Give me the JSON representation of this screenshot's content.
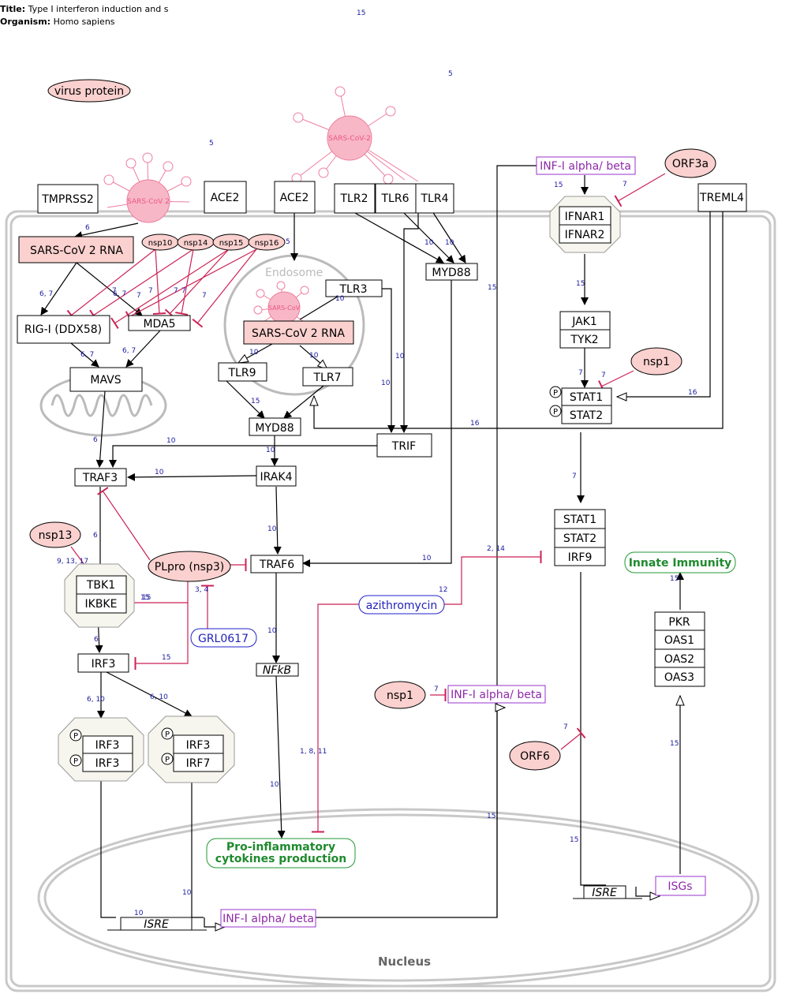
{
  "header": {
    "title_label": "Title:",
    "title_value": "Type I interferon induction and s",
    "organism_label": "Organism:",
    "organism_value": "Homo sapiens",
    "top_number": "15"
  },
  "legend": {
    "virus_protein": "virus protein"
  },
  "compartments": {
    "endosome": "Endosome",
    "nucleus": "Nucleus"
  },
  "virus_labels": {
    "main": "SARS-CoV-2",
    "left": "SARS-CoV 2",
    "endosome": "SARS-CoV"
  },
  "nodes": {
    "tmprss2": "TMPRSS2",
    "ace2_left": "ACE2",
    "ace2_mid": "ACE2",
    "tlr2": "TLR2",
    "tlr6": "TLR6",
    "tlr4": "TLR4",
    "treml4": "TREML4",
    "sars_rna_top": "SARS-CoV 2 RNA",
    "sars_rna_endo": "SARS-CoV 2 RNA",
    "nsp10": "nsp10",
    "nsp14": "nsp14",
    "nsp15": "nsp15",
    "nsp16": "nsp16",
    "rigi": "RIG-I (DDX58)",
    "mda5": "MDA5",
    "mavs": "MAVS",
    "tlr3": "TLR3",
    "tlr9": "TLR9",
    "tlr7": "TLR7",
    "myd88_endo": "MYD88",
    "myd88_top": "MYD88",
    "trif": "TRIF",
    "traf3": "TRAF3",
    "irak4": "IRAK4",
    "traf6": "TRAF6",
    "nsp13": "nsp13",
    "tbk1": "TBK1",
    "ikbke": "IKBKE",
    "plpro": "PLpro (nsp3)",
    "grl0617": "GRL0617",
    "irf3": "IRF3",
    "irf3_a": "IRF3",
    "irf3_b": "IRF3",
    "irf3_c": "IRF3",
    "irf7": "IRF7",
    "nfkb": "NFkB",
    "ifn_top": "INF-I alpha/ beta",
    "ifn_mid": "INF-I alpha/ beta",
    "ifn_nuc": "INF-I alpha/ beta",
    "orf3a": "ORF3a",
    "ifnar1": "IFNAR1",
    "ifnar2": "IFNAR2",
    "jak1": "JAK1",
    "tyk2": "TYK2",
    "nsp1_a": "nsp1",
    "nsp1_b": "nsp1",
    "stat1_p": "STAT1",
    "stat2_p": "STAT2",
    "stat1": "STAT1",
    "stat2": "STAT2",
    "irf9": "IRF9",
    "azithromycin": "azithromycin",
    "orf6": "ORF6",
    "innate": "Innate Immunity",
    "pkr": "PKR",
    "oas1": "OAS1",
    "oas2": "OAS2",
    "oas3": "OAS3",
    "isgs": "ISGs",
    "isre_left": "ISRE",
    "isre_right": "ISRE",
    "cytokines_1": "Pro-inflammatory",
    "cytokines_2": "cytokines production",
    "phos": "P"
  },
  "edge_labels": {
    "e1": "6",
    "e2": "6, 7",
    "e3": "6, 7",
    "e4": "6, 7",
    "e5": "6, 7",
    "e6": "7",
    "e7": "7",
    "e8": "7",
    "e9": "7",
    "e10": "7",
    "e11": "7",
    "e12": "5",
    "e13": "5",
    "e14": "5",
    "e15": "10",
    "e16": "10",
    "e17": "10",
    "e18": "10",
    "e19": "10",
    "e20": "15",
    "e21": "10",
    "e22": "10",
    "e23": "10",
    "e24": "6",
    "e25": "10",
    "e26": "10",
    "e27": "6",
    "e28": "9, 13, 17",
    "e29": "15",
    "e30": "3, 4",
    "e31": "6",
    "e32": "15",
    "e33": "6, 10",
    "e34": "6, 10",
    "e35": "10",
    "e36": "10",
    "e37": "10",
    "e38": "15",
    "e39": "15",
    "e40": "7",
    "e41": "15",
    "e42": "7",
    "e43": "7",
    "e44": "16",
    "e45": "16",
    "e46": "7",
    "e47": "2, 14",
    "e48": "12",
    "e49": "1, 8, 11",
    "e50": "7",
    "e51": "7",
    "e52": "15",
    "e53": "15",
    "e54": "15",
    "e55": "15",
    "e56": "10",
    "e57": "15",
    "e58": "10",
    "e59": "10"
  }
}
